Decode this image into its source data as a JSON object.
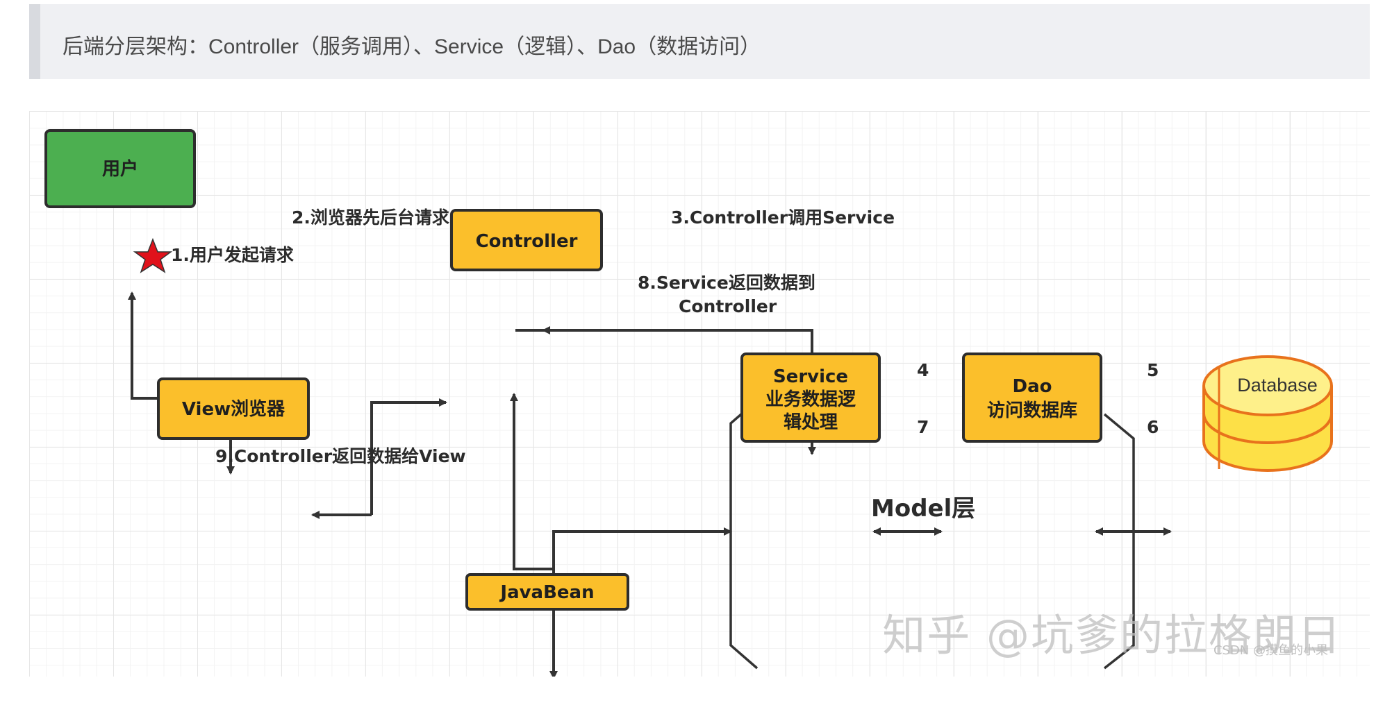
{
  "quote": {
    "text": "后端分层架构：Controller（服务调用）、Service（逻辑）、Dao（数据访问）"
  },
  "nodes": {
    "user": "用户",
    "controller": "Controller",
    "view": "View浏览器",
    "service_line1": "Service",
    "service_line2": "业务数据逻",
    "service_line3": "辑处理",
    "dao_line1": "Dao",
    "dao_line2": "访问数据库",
    "database": "Database",
    "javabean": "JavaBean"
  },
  "labels": {
    "step1": "1.用户发起请求",
    "step2": "2.浏览器先后台请求",
    "step3": "3.Controller调用Service",
    "step8_line1": "8.Service返回数据到",
    "step8_line2": "Controller",
    "step9": "9.Controller返回数据给View",
    "num4": "4",
    "num5": "5",
    "num6": "6",
    "num7": "7",
    "model_layer": "Model层"
  },
  "watermark": {
    "main": "知乎 @坑爹的拉格朗日",
    "small": "CSDN @摸鱼的小果"
  },
  "colors": {
    "user_box": "#4caf50",
    "node_box": "#fbbf2b",
    "database_fill": "#fde047",
    "database_stroke": "#e8721c",
    "arrow": "#333333",
    "star": "#e0121b"
  },
  "icons": {
    "start_marker": "red-star-icon"
  }
}
